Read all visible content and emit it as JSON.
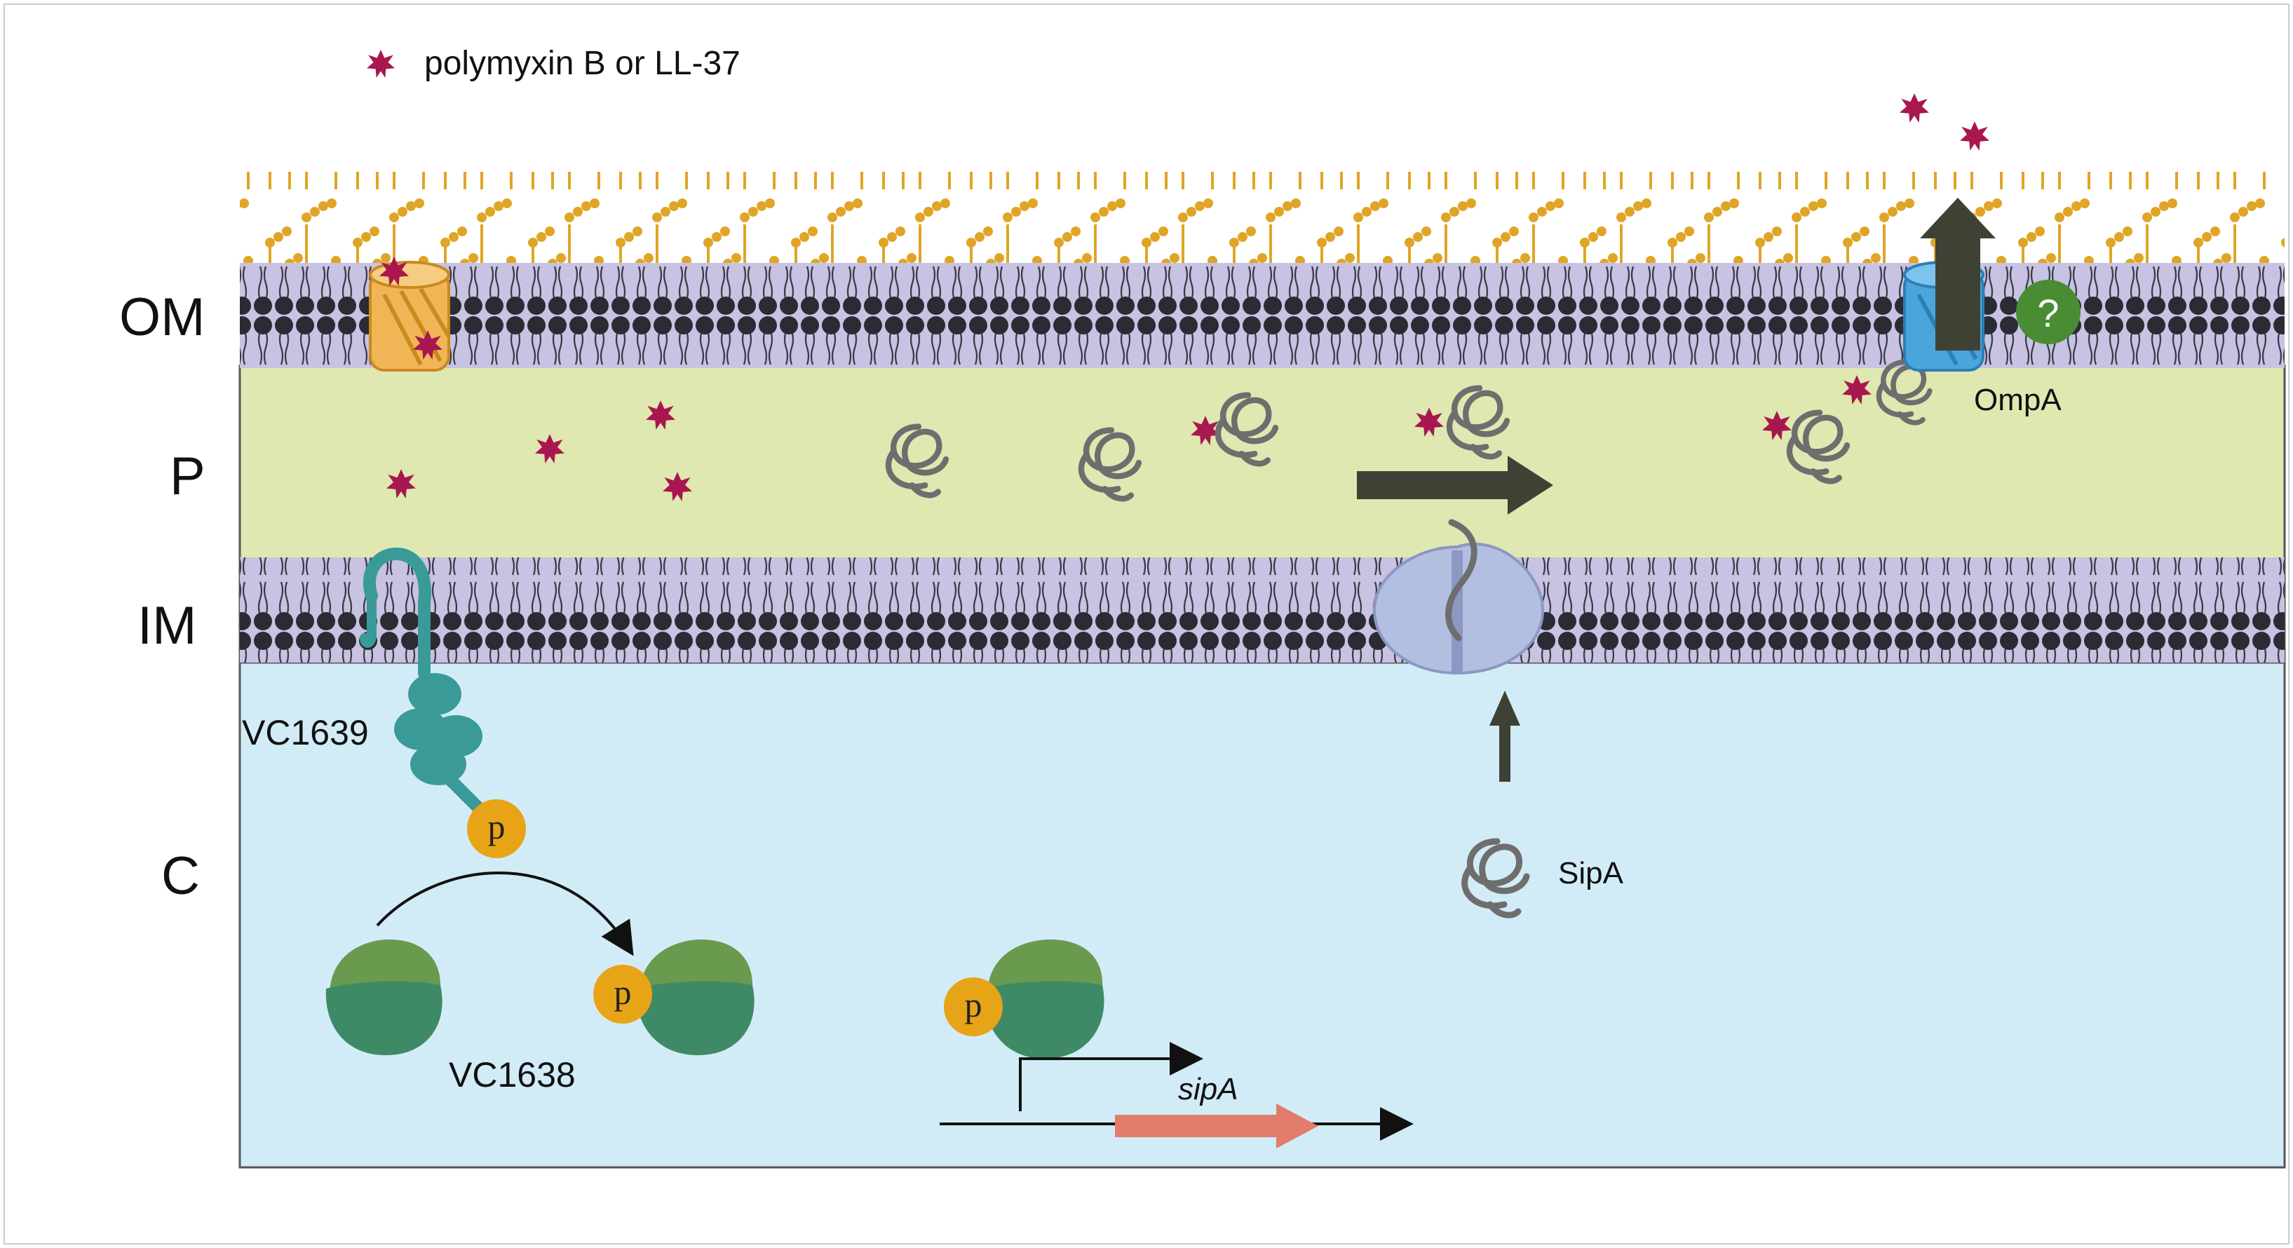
{
  "legend": {
    "label": "polymyxin B  or LL-37",
    "icon": "star-icon"
  },
  "layers": {
    "om": "OM",
    "p": "P",
    "im": "IM",
    "c": "C"
  },
  "labels": {
    "ompa": "OmpA",
    "sipa_protein": "SipA",
    "vc1639": "VC1639",
    "vc1638": "VC1638",
    "sipa_gene": "sipA",
    "phospho": "p",
    "question": "?"
  },
  "colors": {
    "periplasm": "#dfe8b0",
    "cytoplasm": "#d2ecf7",
    "membrane": "#c8c2e3",
    "lipid_head": "#2b2b33",
    "lps": "#e0a526",
    "polymyxin": "#a8174f",
    "vc1639": "#3a9a98",
    "vc1638_top": "#6a9a4e",
    "vc1638_bottom": "#3e8a66",
    "phosphate": "#e8a417",
    "ompa": "#4aa5dc",
    "porin": "#f0b655",
    "sipa_channel": "#b3bfe0",
    "arrow_dark": "#3d4235",
    "gene": "#e27c6b",
    "question_badge": "#4a8c33"
  }
}
